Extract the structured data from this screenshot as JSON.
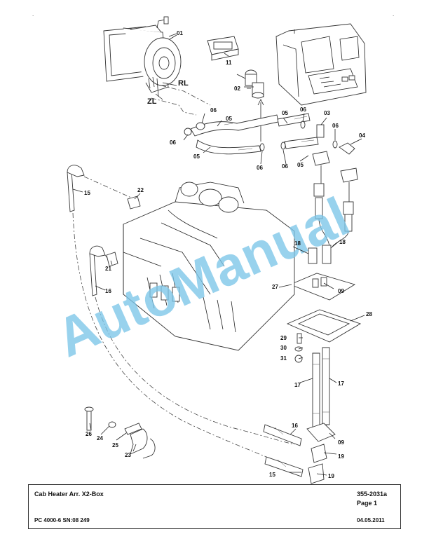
{
  "watermark": "AutoManual",
  "labels": {
    "p01": "01",
    "p02": "02",
    "p03": "03",
    "p04": "04",
    "p05a": "05",
    "p05b": "05",
    "p05c": "05",
    "p05d": "05",
    "p06a": "06",
    "p06b": "06",
    "p06c": "06",
    "p06d": "06",
    "p06e": "06",
    "p06f": "06",
    "p09a": "09",
    "p09b": "09",
    "p11": "11",
    "p15a": "15",
    "p15b": "15",
    "p16a": "16",
    "p16b": "16",
    "p17a": "17",
    "p17b": "17",
    "p18a": "18",
    "p18b": "18",
    "p19a": "19",
    "p19b": "19",
    "p21": "21",
    "p22": "22",
    "p23": "23",
    "p24": "24",
    "p25": "25",
    "p26": "26",
    "p27": "27",
    "p28": "28",
    "p29": "29",
    "p30": "30",
    "p31": "31",
    "rl": "RL",
    "zl": "ZL"
  },
  "title_block": {
    "title": "Cab Heater Arr. X2-Box",
    "doc_number": "355-2031a",
    "page": "Page 1",
    "machine": "PC 4000-6 SN:08 249",
    "date": "04.05.2011"
  }
}
